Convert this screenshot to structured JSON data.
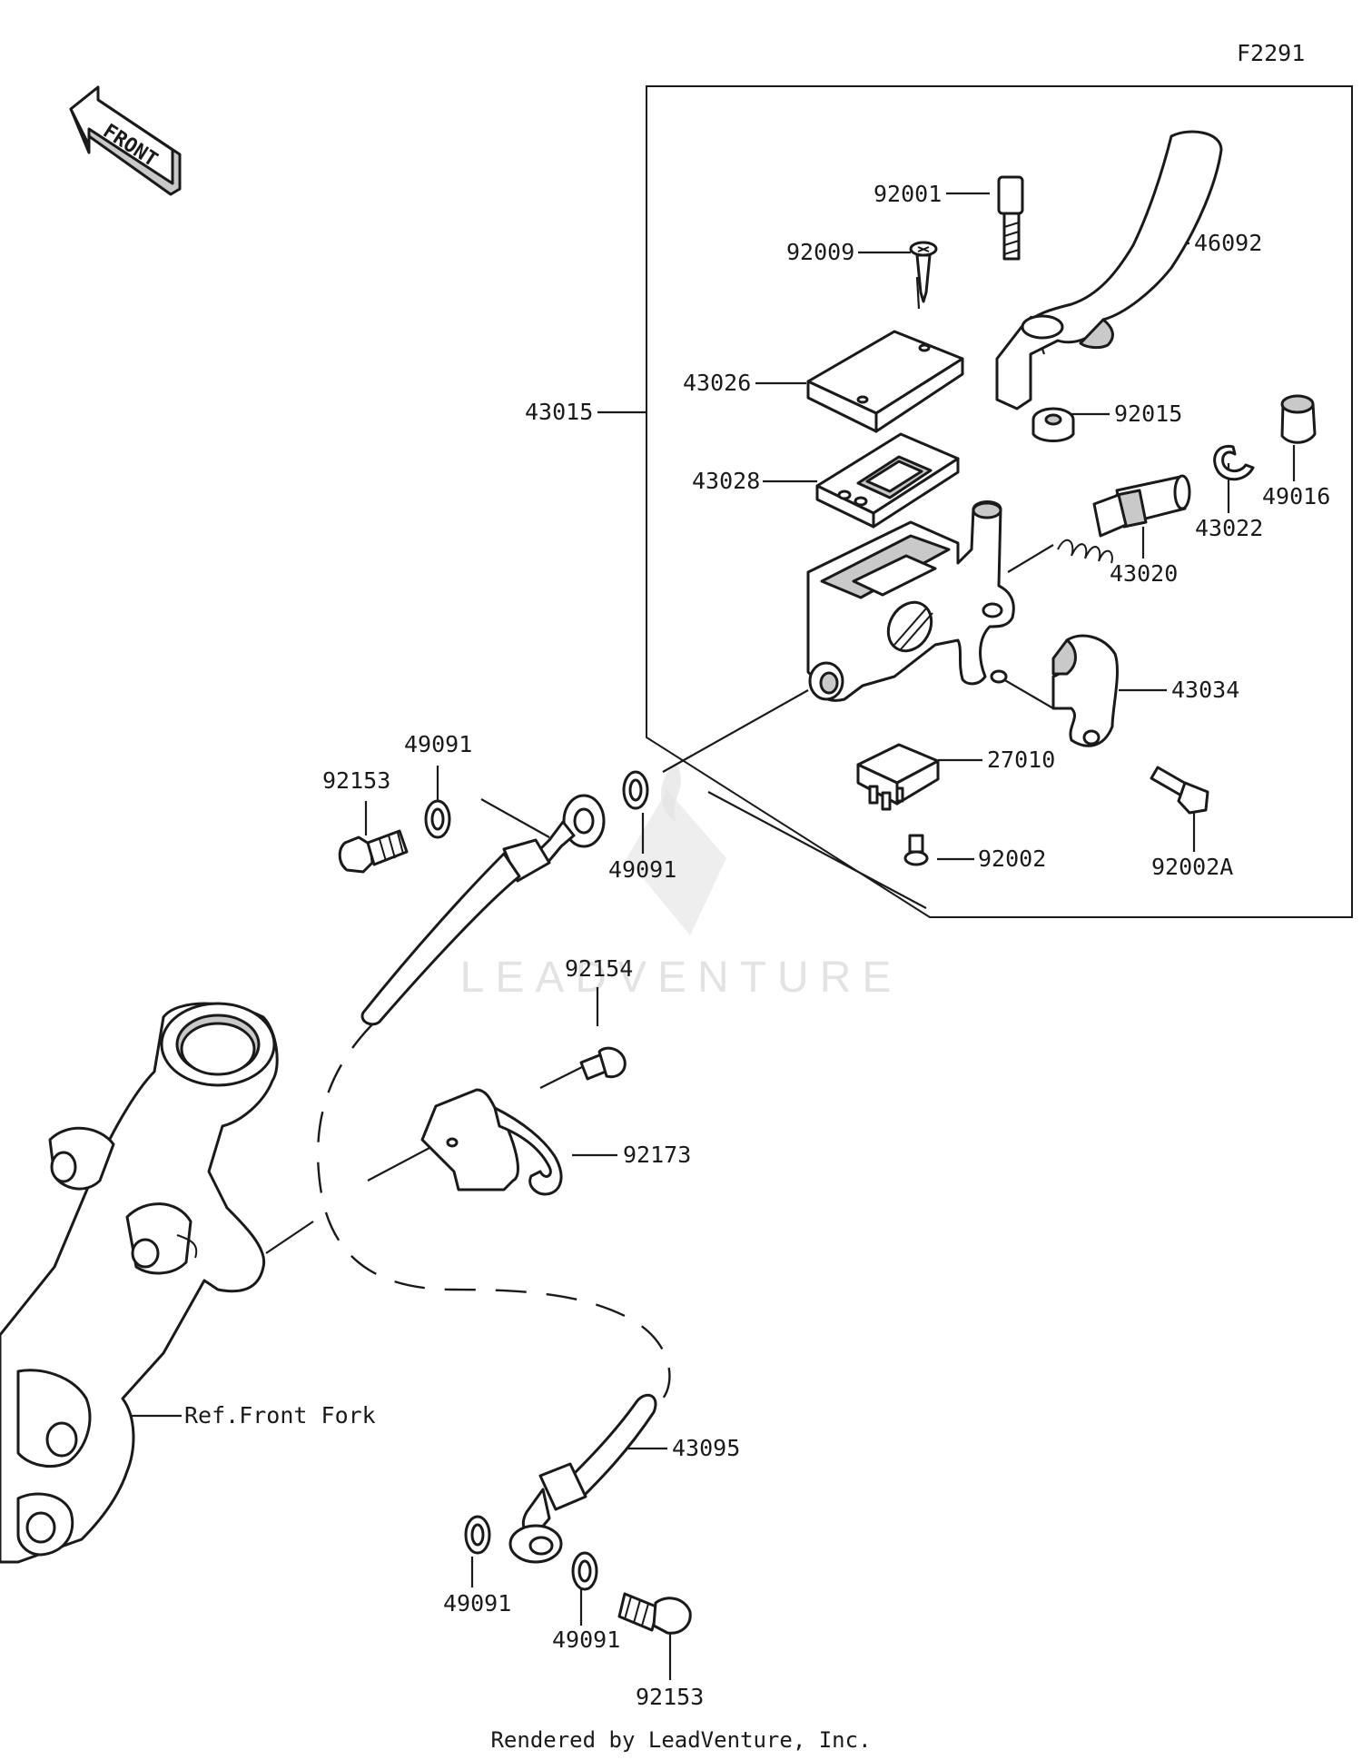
{
  "figure_code": "F2291",
  "front_arrow_label": "FRONT",
  "watermark": "LEADVENTURE",
  "footer": "Rendered by LeadVenture, Inc.",
  "reference_label": "Ref.Front Fork",
  "parts": {
    "p92001": "92001",
    "p92009": "92009",
    "p46092": "46092",
    "p43026": "43026",
    "p43015": "43015",
    "p92015": "92015",
    "p49016": "49016",
    "p43028": "43028",
    "p43022": "43022",
    "p43020": "43020",
    "p43034": "43034",
    "p27010": "27010",
    "p92002": "92002",
    "p92002A": "92002A",
    "p49091_a": "49091",
    "p49091_b": "49091",
    "p49091_c": "49091",
    "p49091_d": "49091",
    "p92153_a": "92153",
    "p92153_b": "92153",
    "p92154": "92154",
    "p92173": "92173",
    "p43095": "43095"
  }
}
